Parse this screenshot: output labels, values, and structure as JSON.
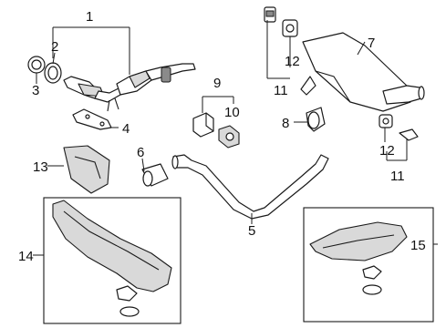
{
  "diagram": {
    "callouts": [
      {
        "id": "c1",
        "text": "1"
      },
      {
        "id": "c2",
        "text": "2"
      },
      {
        "id": "c3",
        "text": "3"
      },
      {
        "id": "c4",
        "text": "4"
      },
      {
        "id": "c5",
        "text": "5"
      },
      {
        "id": "c6",
        "text": "6"
      },
      {
        "id": "c7",
        "text": "7"
      },
      {
        "id": "c8",
        "text": "8"
      },
      {
        "id": "c9",
        "text": "9"
      },
      {
        "id": "c10",
        "text": "10"
      },
      {
        "id": "c11a",
        "text": "11"
      },
      {
        "id": "c11b",
        "text": "11"
      },
      {
        "id": "c12a",
        "text": "12"
      },
      {
        "id": "c12b",
        "text": "12"
      },
      {
        "id": "c13",
        "text": "13"
      },
      {
        "id": "c14",
        "text": "14"
      },
      {
        "id": "c15",
        "text": "15"
      }
    ]
  }
}
